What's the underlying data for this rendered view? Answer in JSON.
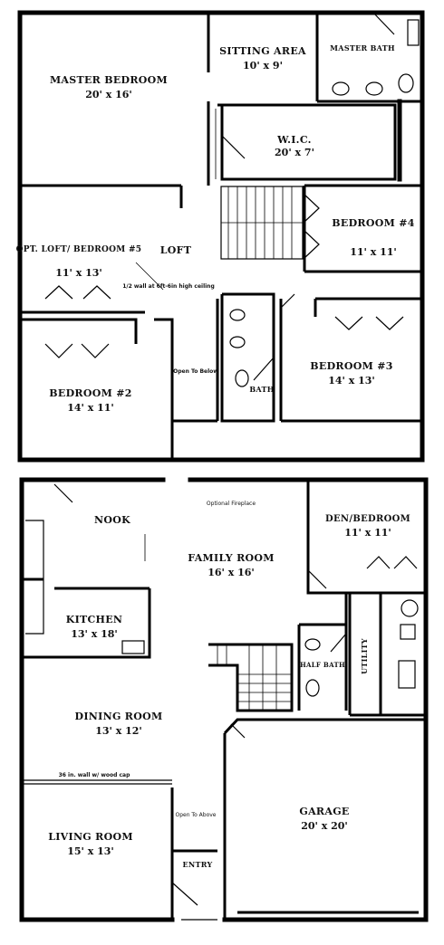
{
  "upper_floor": {
    "master_bedroom": {
      "name": "MASTER BEDROOM",
      "size": "20' x 16'"
    },
    "sitting_area": {
      "name": "SITTING AREA",
      "size": "10' x 9'"
    },
    "master_bath": {
      "name": "MASTER BATH"
    },
    "wic": {
      "name": "W.I.C.",
      "size": "20' x 7'"
    },
    "bedroom4": {
      "name": "BEDROOM #4",
      "size": "11' x 11'"
    },
    "opt_loft": {
      "name": "OPT. LOFT/ BEDROOM #5",
      "size": "11' x 13'"
    },
    "loft": {
      "name": "LOFT"
    },
    "half_wall_note": "1/2 wall at 6ft-6in high ceiling",
    "bedroom2": {
      "name": "BEDROOM #2",
      "size": "14' x 11'"
    },
    "bedroom3": {
      "name": "BEDROOM #3",
      "size": "14' x 13'"
    },
    "bath": {
      "name": "BATH"
    },
    "open_to_below": "Open To Below"
  },
  "main_floor": {
    "nook": {
      "name": "NOOK"
    },
    "family_room": {
      "name": "FAMILY ROOM",
      "size": "16' x 16'"
    },
    "optional_fireplace": "Optional Fireplace",
    "den_bedroom": {
      "name": "DEN/BEDROOM",
      "size": "11' x 11'"
    },
    "kitchen": {
      "name": "KITCHEN",
      "size": "13' x 18'"
    },
    "utility": {
      "name": "UTILITY"
    },
    "half_bath": {
      "name": "HALF BATH"
    },
    "dining_room": {
      "name": "DINING ROOM",
      "size": "13' x 12'"
    },
    "half_wall_note": "36 in. wall w/ wood cap",
    "living_room": {
      "name": "LIVING ROOM",
      "size": "15' x 13'"
    },
    "open_to_above": "Open To Above",
    "entry": {
      "name": "ENTRY"
    },
    "garage": {
      "name": "GARAGE",
      "size": "20' x 20'"
    }
  }
}
